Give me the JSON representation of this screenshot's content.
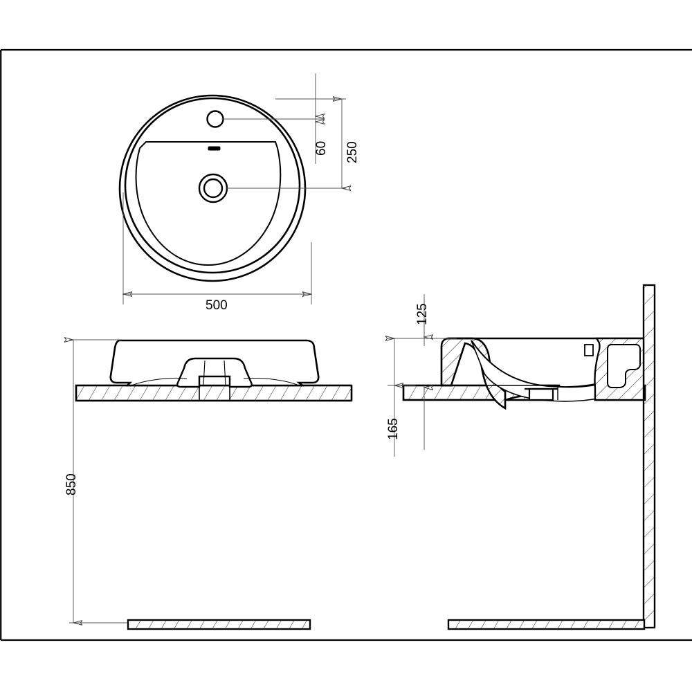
{
  "document": {
    "title": "Round inset washbasin - technical dimension drawing",
    "units": "mm",
    "sheet_border": true,
    "background_color": "#ffffff",
    "line_color": "#000000",
    "dimension_line_color": "#555555"
  },
  "views": [
    {
      "id": "top-view",
      "name": "Plan / top view of round washbasin",
      "features": [
        "outer rim circle",
        "inner rim circle",
        "bowl outline with straight rear edge",
        "tap hole",
        "overflow slot",
        "waste / drain outlet with two concentric rings"
      ]
    },
    {
      "id": "front-view",
      "name": "Front elevation with counter slab",
      "features": [
        "basin body",
        "pedestal / support shroud",
        "hatched counter slab"
      ]
    },
    {
      "id": "section-view",
      "name": "Side cross-section against wall",
      "features": [
        "hatched basin section",
        "hatched counter slab",
        "hatched wall",
        "waste outlet spigot",
        "tap deck"
      ]
    },
    {
      "id": "floor-view",
      "name": "Floor slab reference",
      "features": [
        "hatched floor slab left",
        "hatched floor slab right",
        "floor line"
      ]
    }
  ],
  "dimensions": {
    "diameter": {
      "value": "500",
      "label": "500",
      "orientation": "horizontal",
      "description": "Overall basin diameter in plan"
    },
    "tap_hole_offset": {
      "value": "60",
      "label": "60",
      "orientation": "vertical",
      "description": "Distance from rear edge of basin to tap hole centre"
    },
    "drain_offset": {
      "value": "250",
      "label": "250",
      "orientation": "vertical",
      "description": "Distance from rear edge of basin to waste outlet centre"
    },
    "basin_height_above_counter": {
      "value": "125",
      "label": "125",
      "orientation": "vertical",
      "description": "Height of basin rim above counter top surface"
    },
    "counter_height_reference": {
      "value": "165",
      "label": "165",
      "orientation": "vertical",
      "description": "Reference dimension below counter top"
    },
    "counter_height_from_floor": {
      "value": "850",
      "label": "850",
      "orientation": "vertical",
      "description": "Counter top height above finished floor level"
    }
  }
}
